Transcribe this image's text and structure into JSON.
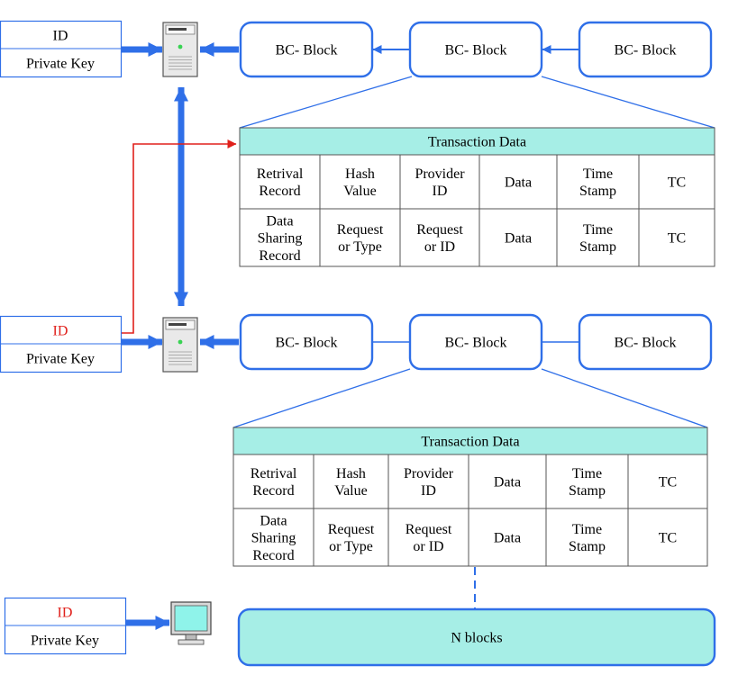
{
  "colors": {
    "arrow_blue": "#2f6fe8",
    "block_stroke": "#2f6fe8",
    "table_header_fill": "#a6eee6",
    "nblocks_fill": "#a6eee6",
    "red_link": "#e0201b",
    "id_red": "#e0201b"
  },
  "credentials": [
    {
      "id": "ID",
      "key": "Private Key",
      "id_color": "black"
    },
    {
      "id": "ID",
      "key": "Private Key",
      "id_color": "red"
    },
    {
      "id": "ID",
      "key": "Private Key",
      "id_color": "red"
    }
  ],
  "icons": [
    "server-icon",
    "server-icon",
    "monitor-icon"
  ],
  "chains": [
    {
      "blocks": [
        "BC- Block",
        "BC- Block",
        "BC- Block"
      ],
      "links": "arrows"
    },
    {
      "blocks": [
        "BC- Block",
        "BC- Block",
        "BC- Block"
      ],
      "links": "lines"
    }
  ],
  "transaction_tables": [
    {
      "title": "Transaction Data",
      "rows": [
        [
          "Retrival\nRecord",
          "Hash\nValue",
          "Provider\nID",
          "Data",
          "Time\nStamp",
          "TC"
        ],
        [
          "Data\nSharing\nRecord",
          "Request\nor Type",
          "Request\nor ID",
          "Data",
          "Time\nStamp",
          "TC"
        ]
      ]
    },
    {
      "title": "Transaction Data",
      "rows": [
        [
          "Retrival\nRecord",
          "Hash\nValue",
          "Provider\nID",
          "Data",
          "Time\nStamp",
          "TC"
        ],
        [
          "Data\nSharing\nRecord",
          "Request\nor Type",
          "Request\nor ID",
          "Data",
          "Time\nStamp",
          "TC"
        ]
      ]
    }
  ],
  "n_blocks_label": "N blocks"
}
